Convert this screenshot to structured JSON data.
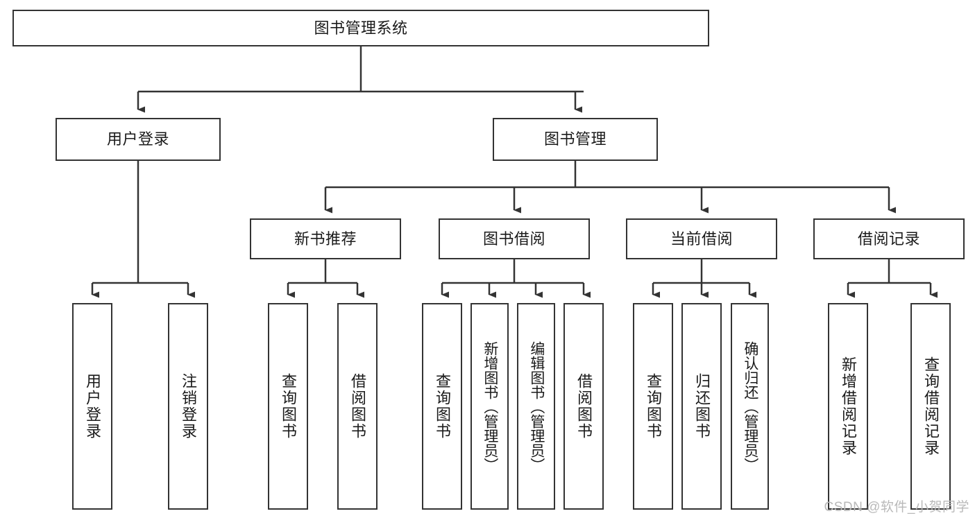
{
  "diagram": {
    "title": "图书管理系统",
    "type": "hierarchy-tree",
    "colors": {
      "box_border": "#333333",
      "box_fill": "#ffffff",
      "connector": "#333333",
      "text": "#1a1a1a",
      "watermark": "#b9b9b9",
      "background": "#ffffff"
    },
    "root": {
      "label": "图书管理系统"
    },
    "level2": [
      {
        "label": "用户登录"
      },
      {
        "label": "图书管理"
      }
    ],
    "level3": [
      {
        "label": "新书推荐"
      },
      {
        "label": "图书借阅"
      },
      {
        "label": "当前借阅"
      },
      {
        "label": "借阅记录"
      }
    ],
    "leaves": {
      "user_login": [
        {
          "label": "用户登录"
        },
        {
          "label": "注销登录"
        }
      ],
      "new_book_recommend": [
        {
          "label": "查询图书"
        },
        {
          "label": "借阅图书"
        }
      ],
      "book_borrow": [
        {
          "label": "查询图书"
        },
        {
          "label": "新增图书（管理员）"
        },
        {
          "label": "编辑图书（管理员）"
        },
        {
          "label": "借阅图书"
        }
      ],
      "current_borrow": [
        {
          "label": "查询图书"
        },
        {
          "label": "归还图书"
        },
        {
          "label": "确认归还（管理员）"
        }
      ],
      "borrow_records": [
        {
          "label": "新增借阅记录"
        },
        {
          "label": "查询借阅记录"
        }
      ]
    }
  },
  "watermark": {
    "text": "CSDN @软件_小贺同学"
  }
}
